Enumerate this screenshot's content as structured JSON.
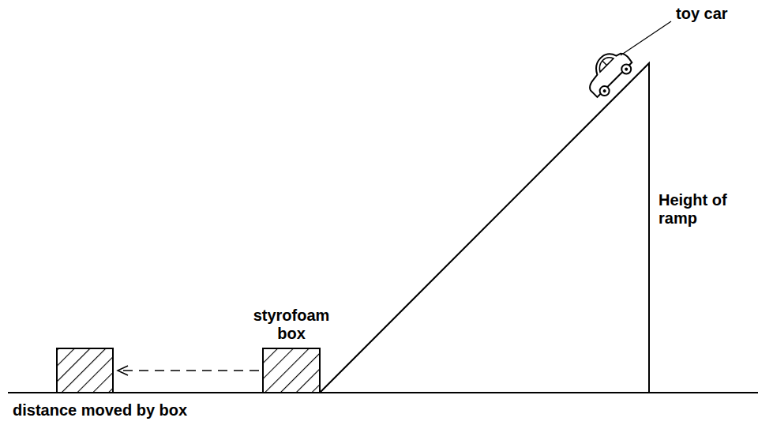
{
  "diagram": {
    "labels": [
      "toy car",
      "styrofoam box",
      "Height of ramp",
      "distance moved by box"
    ]
  }
}
